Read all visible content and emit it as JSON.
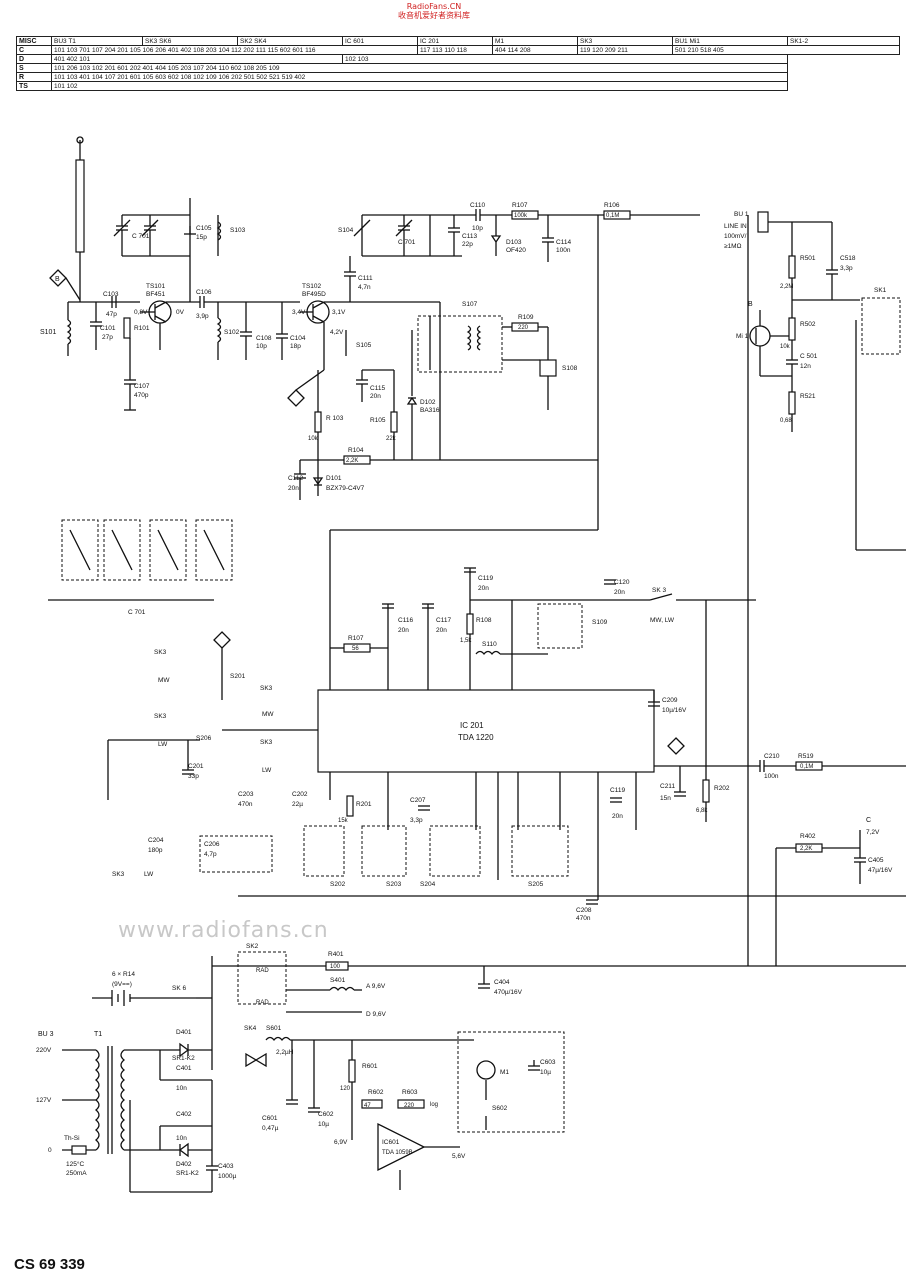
{
  "watermark_top": [
    "RadioFans.CN",
    "收音机爱好者资料库"
  ],
  "watermark_mid": "www.radiofans.cn",
  "document_number": "CS 69 339",
  "xref_table": {
    "rows": [
      {
        "head": "MISC",
        "cells": [
          "BU3 T1",
          "SK3 SK6",
          "SK2 SK4",
          "IC 601",
          "IC 201",
          "M1",
          "SK3",
          "BU1 Mi1",
          "SK1-2"
        ]
      },
      {
        "head": "C",
        "cells": [
          "101 103 701 107 204 201 105 106 206 401 402 108 203 104 112 202 111 115 602 601 116",
          "117 113 110 118",
          "404 114 208",
          "119 120 209 211",
          "501 210 518 405"
        ]
      },
      {
        "head": "D",
        "cells": [
          "401 402 101",
          "102 103"
        ]
      },
      {
        "head": "S",
        "cells": [
          "101 206 103 102 201 601 202 401 404 105 203 107 204 110 602 108 205 109"
        ]
      },
      {
        "head": "R",
        "cells": [
          "101 103 401 104 107 201 601 105 603 602 108 102 109 106 202 501 502 521 519 402"
        ]
      },
      {
        "head": "TS",
        "cells": [
          "101 102"
        ]
      }
    ]
  },
  "labels": {
    "S101": "S101",
    "C103": "C103",
    "C103v": "47p",
    "C101": "C101",
    "C101v": "27p",
    "R101": "R101",
    "C107": "C107",
    "C107v": "470p",
    "TS101": "TS101",
    "TS101t": "BF451",
    "v08": "0,8V",
    "v0": "0V",
    "C105": "C105",
    "C105v": "15p",
    "S103": "S103",
    "C701": "C 701",
    "C106": "C106",
    "C106v": "3,9p",
    "S102": "S102",
    "C108": "C108",
    "C108v": "10p",
    "C104": "C104",
    "C104v": "18p",
    "TS102": "TS102",
    "TS102t": "BF495D",
    "v34": "3,4V",
    "v31": "3,1V",
    "v42": "4,2V",
    "S104": "S104",
    "C111": "C111",
    "C111v": "4,7n",
    "S105": "S105",
    "C113": "C113",
    "C113v": "22p",
    "C110": "C110",
    "C110v": "10p",
    "R107a": "R107",
    "R107av": "100k",
    "D103": "D103",
    "D103t": "OF420",
    "C114": "C114",
    "C114v": "100n",
    "R106": "R106",
    "R106v": "0,1M",
    "S107": "S107",
    "R109": "R109",
    "R109v": "220",
    "S108": "S108",
    "C115": "C115",
    "C115v": "20n",
    "R105": "R105",
    "R105v": "22k",
    "D102": "D102",
    "D102t": "BA316",
    "R103": "R 103",
    "R103v": "10k",
    "R104": "R104",
    "R104v": "2,2K",
    "C112": "C112",
    "C112v": "20n",
    "D101": "D101",
    "D101t": "BZX79-C4V7",
    "C701g": "C 701",
    "C119a": "C119",
    "C119av": "20n",
    "C120": "C120",
    "C120v": "20n",
    "SK3mw": "SK 3",
    "MWLW": "MW, LW",
    "R108": "R108",
    "R108v": "1,5k",
    "S109": "S109",
    "C116": "C116",
    "C116v": "20n",
    "C117": "C117",
    "C117v": "20n",
    "R107b": "R107",
    "R107bv": "56",
    "S110": "S110",
    "IC201": "IC 201",
    "IC201t": "TDA 1220",
    "C209": "C209",
    "C209v": "10µ/16V",
    "S201": "S201",
    "S206": "S206",
    "SK3a": "SK3",
    "MW": "MW",
    "LW": "LW",
    "C201": "C201",
    "C201v": "33p",
    "C203": "C203",
    "C203v": "470n",
    "C202": "C202",
    "C202v": "22µ",
    "R201": "R201",
    "R201v": "15k",
    "C207": "C207",
    "C207v": "3,3p",
    "S202": "S202",
    "S203": "S203",
    "S204": "S204",
    "S205": "S205",
    "C119b": "C119",
    "C119bv": "20n",
    "C211": "C211",
    "C211v": "15n",
    "R202": "R202",
    "R202v": "6,8k",
    "C210": "C210",
    "C210v": "100n",
    "R519": "R519",
    "R519v": "0,1M",
    "C204": "C204",
    "C204v": "180p",
    "C206": "C206",
    "C206v": "4,7p",
    "SK3lw": "SK3",
    "C208": "C208",
    "C208v": "470n",
    "BU1": "BU 1",
    "LINEIN": "LINE IN",
    "LINEIN2": "100mV/",
    "LINEIN3": "≥1MΩ",
    "R501": "R501",
    "R501v": "2,2M",
    "C518": "C518",
    "C518v": "3,3p",
    "Mi1": "Mi 1",
    "B2": "B",
    "R502": "R502",
    "R502v": "10k",
    "C501": "C 501",
    "C501v": "12n",
    "R521": "R521",
    "R521v": "0,68",
    "SK1": "SK1",
    "R402": "R402",
    "R402v": "2,2K",
    "C72V": "C",
    "C72Vv": "7,2V",
    "C405": "C405",
    "C405v": "47µ/16V",
    "SK2": "SK2",
    "RAD": "RAD",
    "R401": "R401",
    "R401v": "100",
    "S401": "S401",
    "A96": "A  9,6V",
    "D96": "D  9,6V",
    "C404": "C404",
    "C404v": "470µ/16V",
    "bat": "6 × R14",
    "bat2": "(9V==)",
    "SK6": "SK 6",
    "D401": "D401",
    "SR1K2a": "SR1-K2",
    "C401": "C401",
    "C401v": "10n",
    "BU3": "BU 3",
    "T1": "T1",
    "v220": "220V",
    "v127": "127V",
    "v0b": "0",
    "thermal": "Th-Si",
    "thermal2": "125°C",
    "thermal3": "250mA",
    "C402": "C402",
    "C402v": "10n",
    "D402": "D402",
    "SR1K2b": "SR1-K2",
    "C403": "C403",
    "C403v": "1000µ",
    "SK4": "SK4",
    "S601": "S601",
    "L601v": "2,2µH",
    "R601": "R601",
    "R601v": "120",
    "C601": "C601",
    "C601v": "0,47µ",
    "C602": "C602",
    "C602v": "10µ",
    "R602": "R602",
    "R602v": "47",
    "R603": "R603",
    "R603v": "220",
    "log": "log",
    "v69": "6,9V",
    "v56": "5,6V",
    "IC601": "IC601",
    "IC601t": "TDA 1059B",
    "M1": "M1",
    "C603": "C603",
    "C603v": "10µ",
    "S602": "S602"
  }
}
